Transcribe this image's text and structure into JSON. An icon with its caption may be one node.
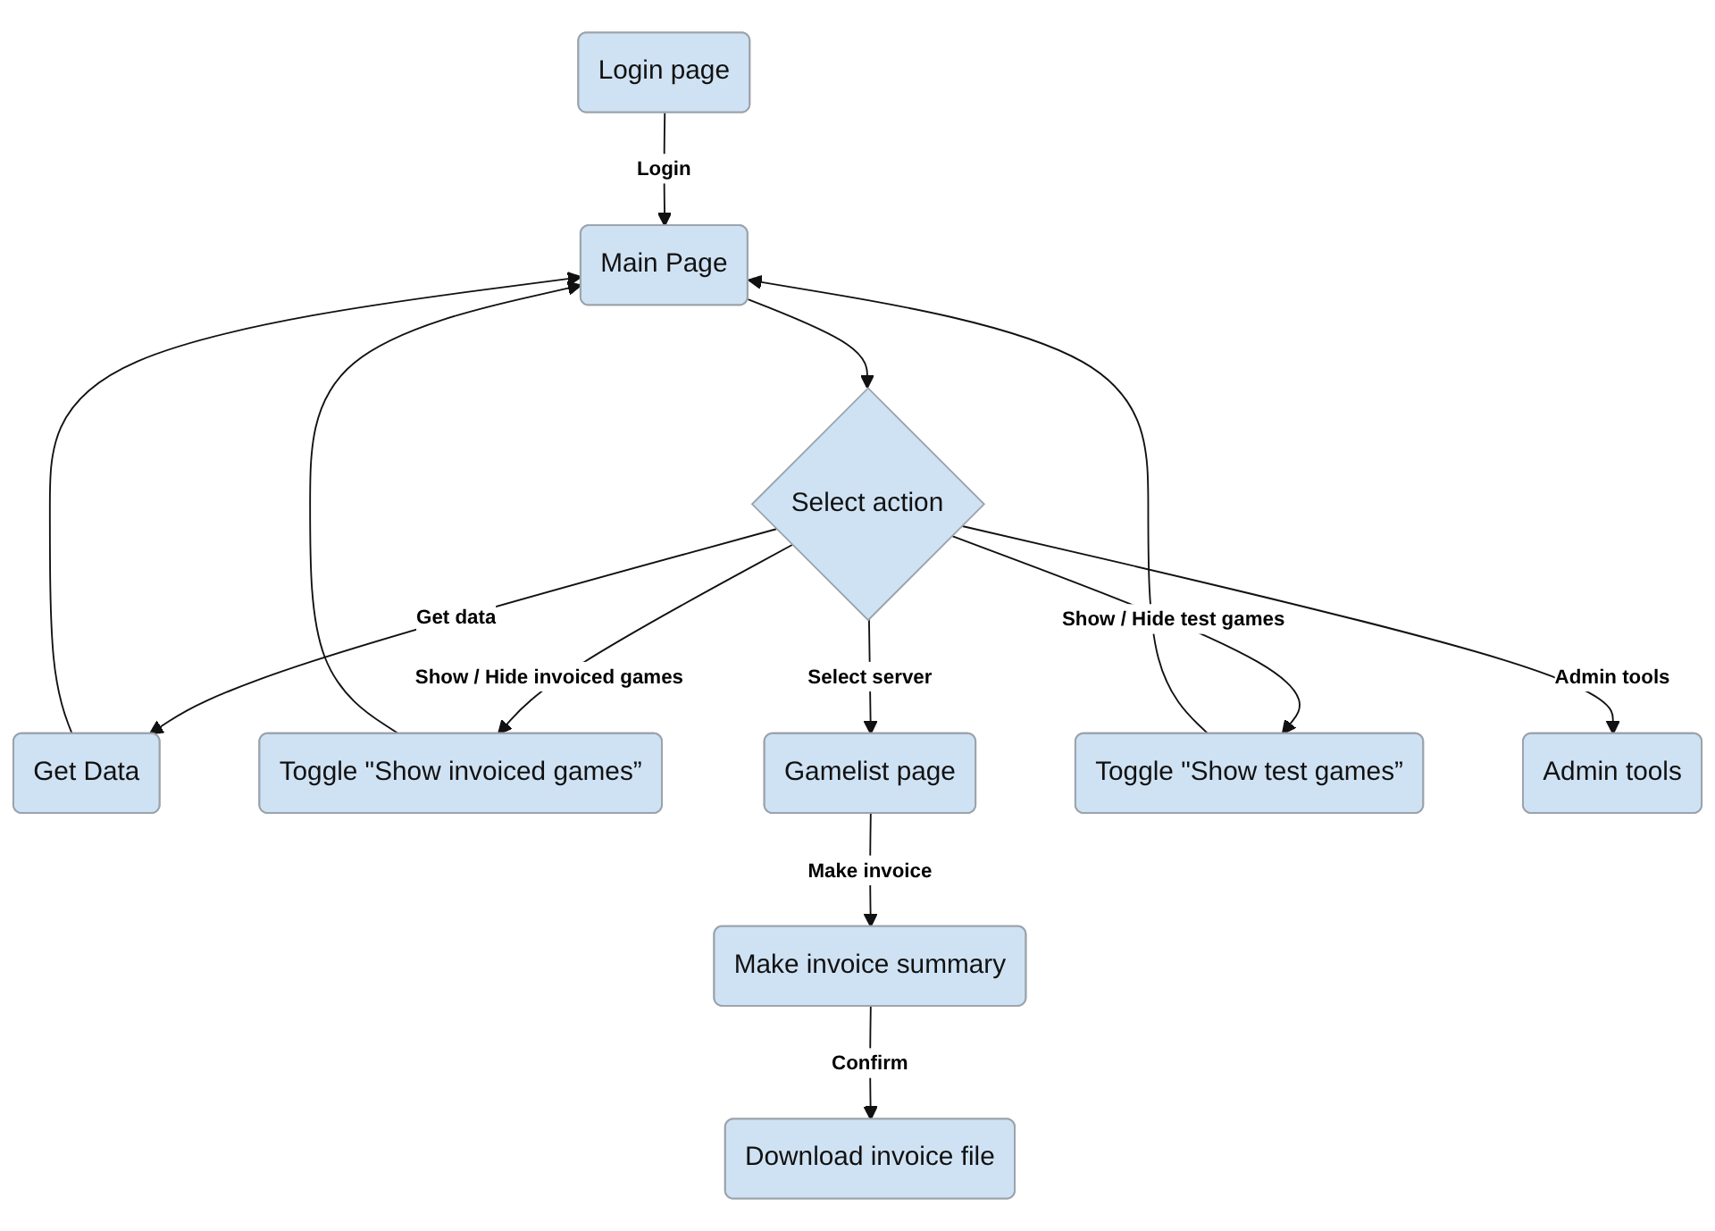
{
  "diagram": {
    "nodes": [
      {
        "text": [
          "Login page"
        ]
      },
      {
        "text": [
          "Main Page"
        ]
      },
      {
        "text": [
          "Get Data"
        ]
      },
      {
        "text": [
          "Toggle \"Show invoiced games”"
        ]
      },
      {
        "text": [
          "Gamelist page"
        ]
      },
      {
        "text": [
          "Select action"
        ]
      },
      {
        "text": [
          "Toggle \"Show test games”"
        ]
      },
      {
        "text": [
          "Admin tools"
        ]
      },
      {
        "text": [
          "Make invoice summary"
        ]
      },
      {
        "text": [
          "Download invoice file"
        ]
      }
    ],
    "edges": [
      {
        "from": 0,
        "to": 1,
        "arrow": "to",
        "label": "Login"
      },
      {
        "from": 1,
        "to": 5,
        "arrow": "to"
      },
      {
        "from": 5,
        "to": 2,
        "arrow": "to",
        "label": "Get data"
      },
      {
        "from": 5,
        "to": 3,
        "arrow": "to",
        "label": "Show / Hide invoiced games"
      },
      {
        "from": 5,
        "to": 6,
        "arrow": "to",
        "label": "Show / Hide test games"
      },
      {
        "from": 5,
        "to": 7,
        "arrow": "to",
        "label": "Admin tools"
      },
      {
        "from": 5,
        "to": 4,
        "arrow": "to",
        "label": "Select server"
      },
      {
        "from": 4,
        "to": 8,
        "arrow": "to",
        "label": "Make invoice"
      },
      {
        "from": 8,
        "to": 9,
        "arrow": "to",
        "label": "Confirm"
      },
      {
        "from": 2,
        "to": 1,
        "arrow": "to"
      },
      {
        "from": 3,
        "to": 1,
        "arrow": "to"
      },
      {
        "from": 6,
        "to": 1,
        "arrow": "to"
      }
    ]
  }
}
